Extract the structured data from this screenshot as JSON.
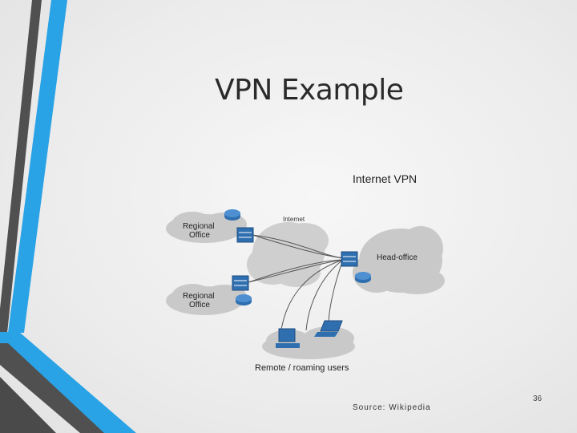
{
  "slide": {
    "title": "VPN Example",
    "source": "Source: Wikipedia",
    "number": "36"
  },
  "diagram": {
    "title": "Internet VPN",
    "internet_label": "Internet",
    "regional_office_1": [
      "Regional",
      "Office"
    ],
    "regional_office_2": [
      "Regional",
      "Office"
    ],
    "head_office": "Head-office",
    "remote_users": "Remote / roaming users"
  },
  "colors": {
    "accent_blue": "#2aa3e6",
    "dark_gray": "#505050",
    "cloud": "#c9c9c9",
    "device_blue": "#2f6fb0"
  }
}
